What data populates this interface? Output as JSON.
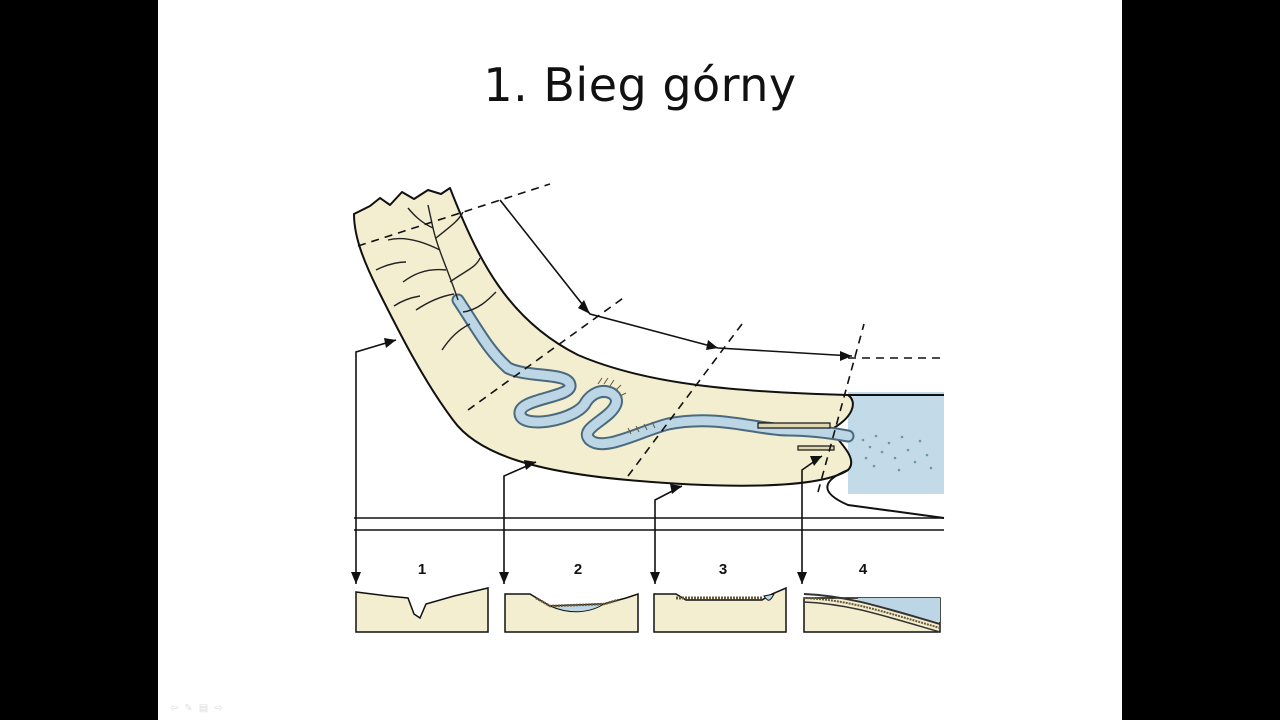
{
  "slide": {
    "title": "1. Bieg górny"
  },
  "diagram": {
    "section_labels": [
      "1",
      "2",
      "3",
      "4"
    ],
    "colors": {
      "valley": "#f3eed0",
      "water": "#bcd6e6",
      "outline": "#111111"
    }
  },
  "controls": {
    "icons": [
      "prev-arrow-icon",
      "pen-icon",
      "menu-icon",
      "next-arrow-icon"
    ]
  }
}
